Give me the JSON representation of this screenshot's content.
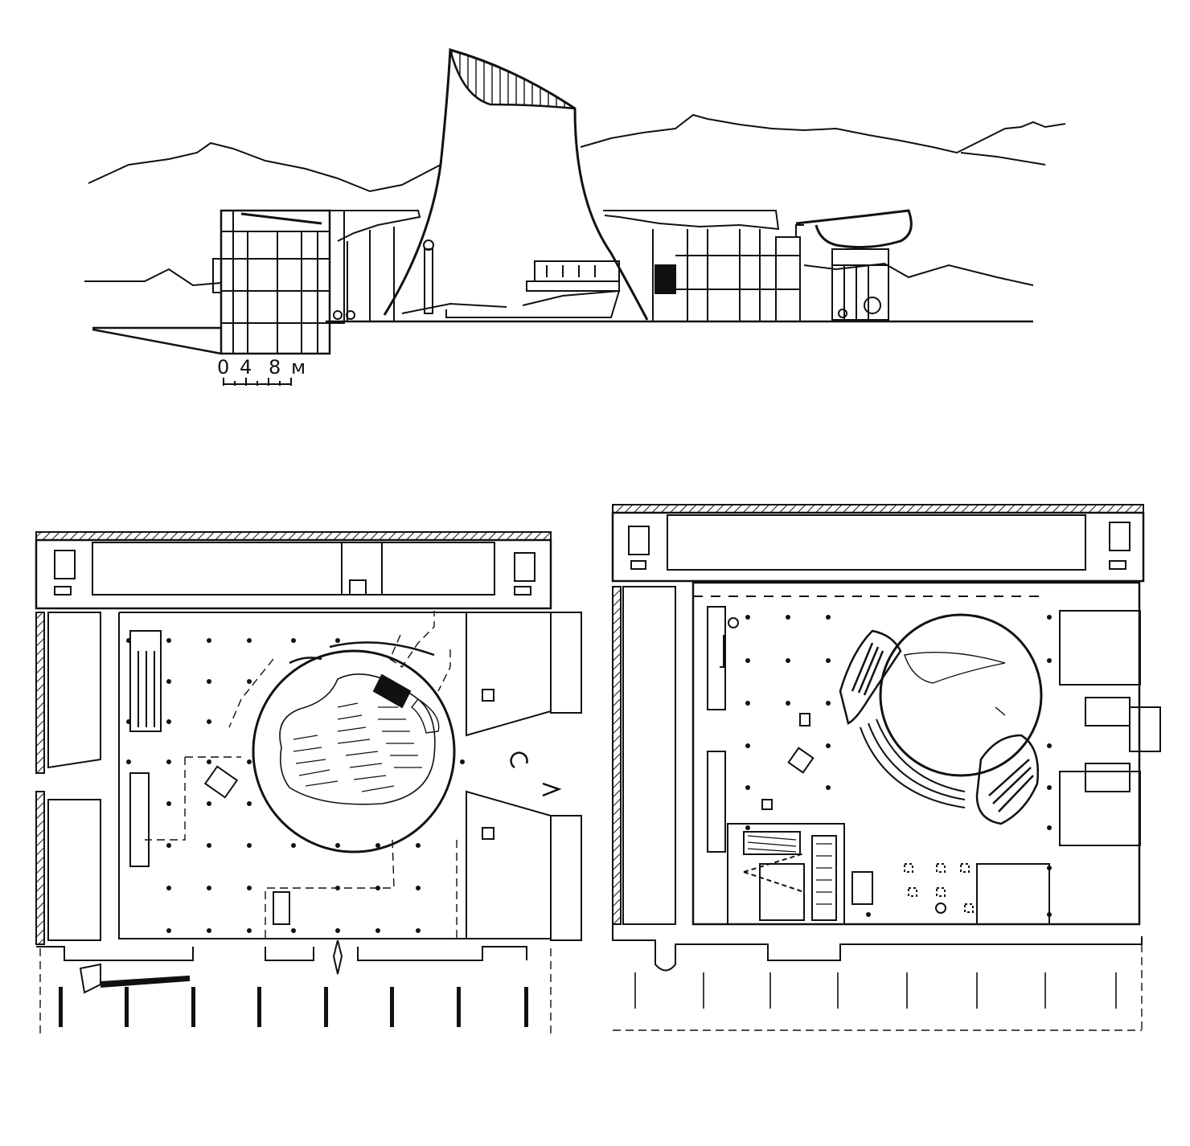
{
  "scale_bar": {
    "tick_0": "0",
    "tick_4": "4",
    "tick_8": "8",
    "unit": "м"
  },
  "colors": {
    "ink": "#111111",
    "paper": "#ffffff"
  }
}
